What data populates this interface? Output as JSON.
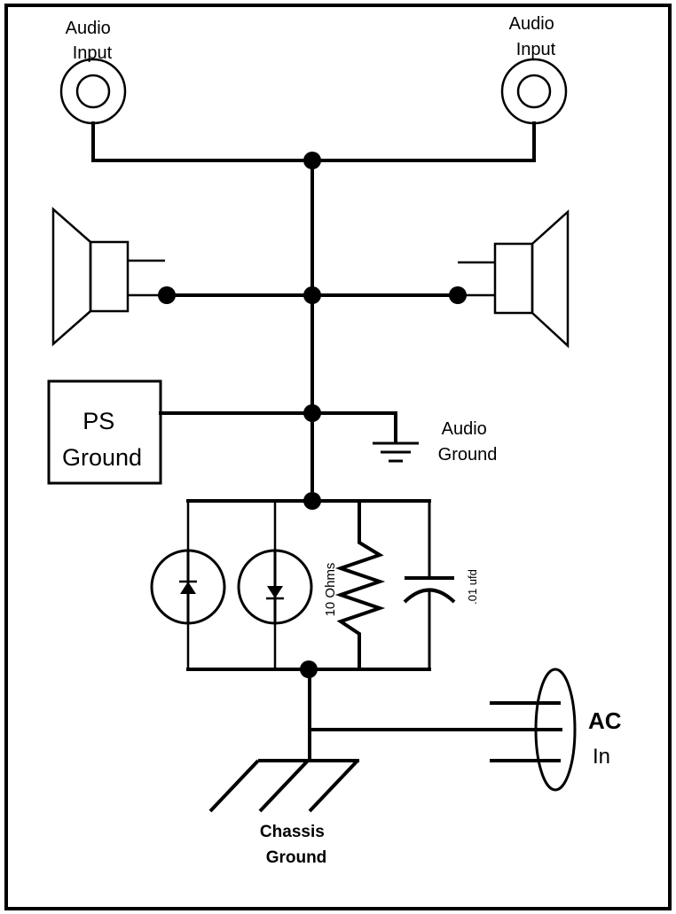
{
  "labels": {
    "audio_input_left": [
      "Audio",
      "Input"
    ],
    "audio_input_right": [
      "Audio",
      "Input"
    ],
    "ps_ground": [
      "PS",
      "Ground"
    ],
    "audio_ground": [
      "Audio",
      "Ground"
    ],
    "resistor": "10 Ohms",
    "capacitor": ".01 ufd",
    "ac_in": [
      "AC",
      "In"
    ],
    "chassis_ground": [
      "Chassis",
      "Ground"
    ]
  },
  "colors": {
    "ink": "#000000",
    "background": "#ffffff"
  }
}
